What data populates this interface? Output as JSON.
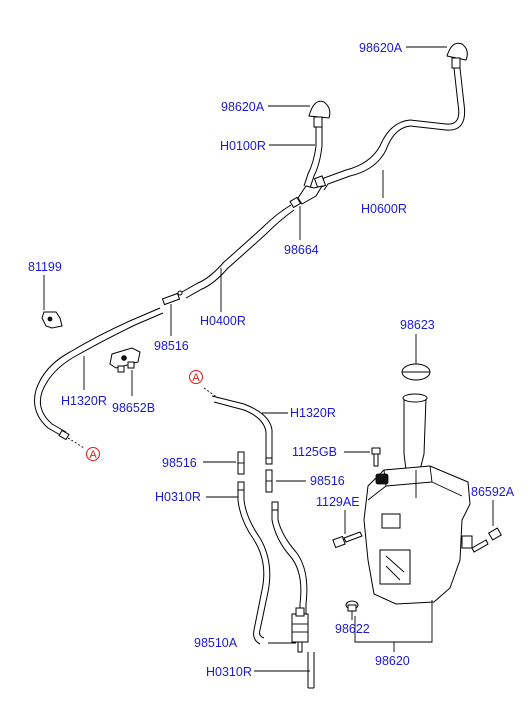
{
  "labels": {
    "nozzle_right": "98620A",
    "nozzle_left": "98620A",
    "hose_h0100r": "H0100R",
    "hose_h0600r": "H0600R",
    "connector_98664": "98664",
    "grommet_81199": "81199",
    "hose_h0400r": "H0400R",
    "connector_98516_upper": "98516",
    "hose_h1320r_upper": "H1320R",
    "valve_98652b": "98652B",
    "hose_h1320r_lower": "H1320R",
    "cap_98623": "98623",
    "bolt_1125gb": "1125GB",
    "connector_98516_left": "98516",
    "connector_98516_right": "98516",
    "bolt_86592a": "86592A",
    "bolt_1129ae": "1129AE",
    "hose_h0310r_upper": "H0310R",
    "pump_98510a": "98510A",
    "grommet_98622": "98622",
    "hose_h0310r_lower": "H0310R",
    "reservoir_98620": "98620"
  },
  "refs": {
    "a_left": "A",
    "a_center": "A"
  }
}
